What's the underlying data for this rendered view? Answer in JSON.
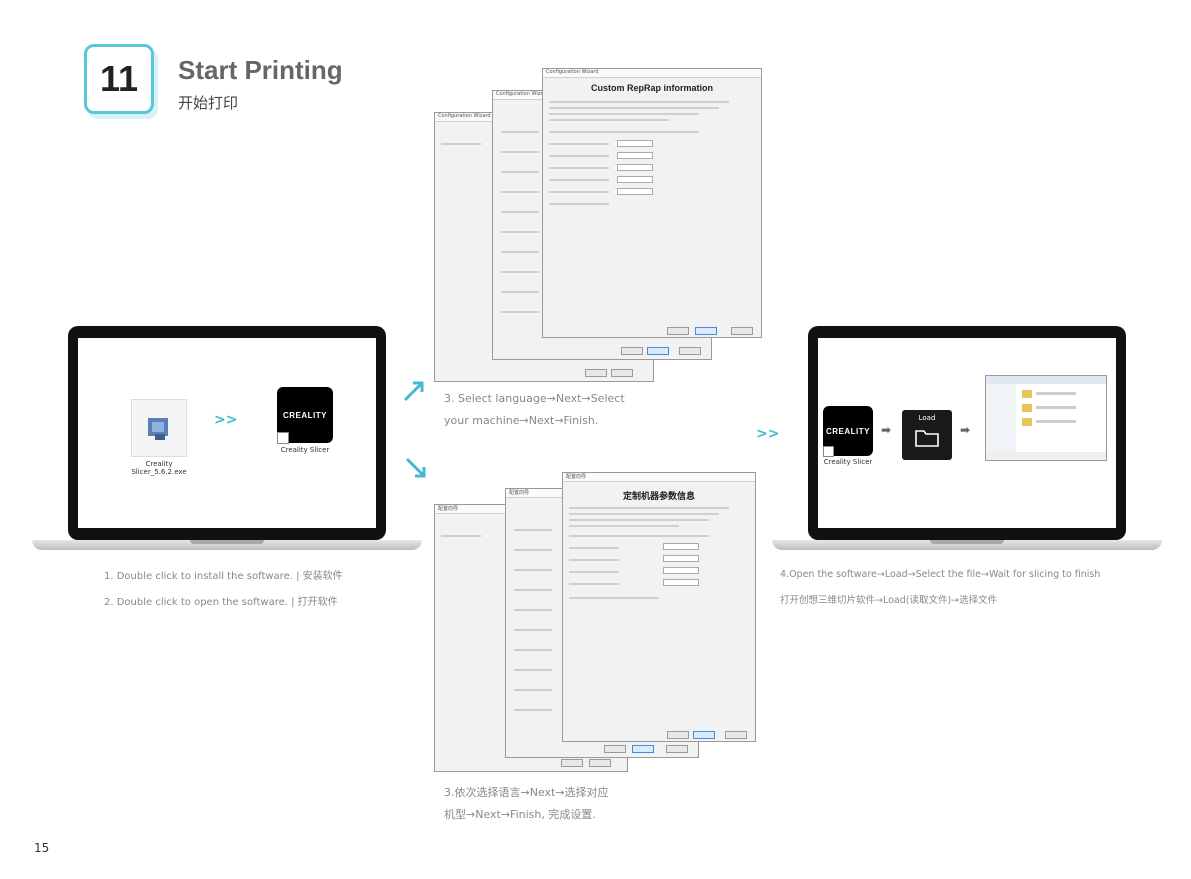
{
  "header": {
    "step_number": "11",
    "title": "Start Printing",
    "subtitle": "开始打印"
  },
  "left_laptop": {
    "installer_label": "Creality Slicer_5.6.2.exe",
    "app_label": "Creality Slicer",
    "brand": "CREALITY",
    "chevron": ">>"
  },
  "right_laptop": {
    "brand": "CREALITY",
    "app_label": "Creality Slicer",
    "load_label": "Load"
  },
  "wizard_en": {
    "window_title": "Configuration Wizard",
    "heading": "Custom RepRap information"
  },
  "wizard_cn": {
    "window_title": "配置向导",
    "heading": "定制机器参数信息"
  },
  "steps": {
    "step1": "1. Double click to install the software. | 安装软件",
    "step2": "2. Double click to open the software. | 打开软件",
    "step3_en_line1": "3. Select language→Next→Select",
    "step3_en_line2": "your machine→Next→Finish.",
    "step3_cn_line1": "3.依次选择语言→Next→选择对应",
    "step3_cn_line2": "机型→Next→Finish, 完成设置.",
    "step4_line1": "4.Open the software→Load→Select the file→Wait for slicing to finish",
    "step4_line2": "打开创想三维切片软件→Load(读取文件)→选择文件"
  },
  "connectors": {
    "center_chevron": ">>"
  },
  "page_number": "15",
  "colors": {
    "accent": "#55c7d6",
    "chevron": "#41b9d4",
    "caption": "#888888"
  }
}
